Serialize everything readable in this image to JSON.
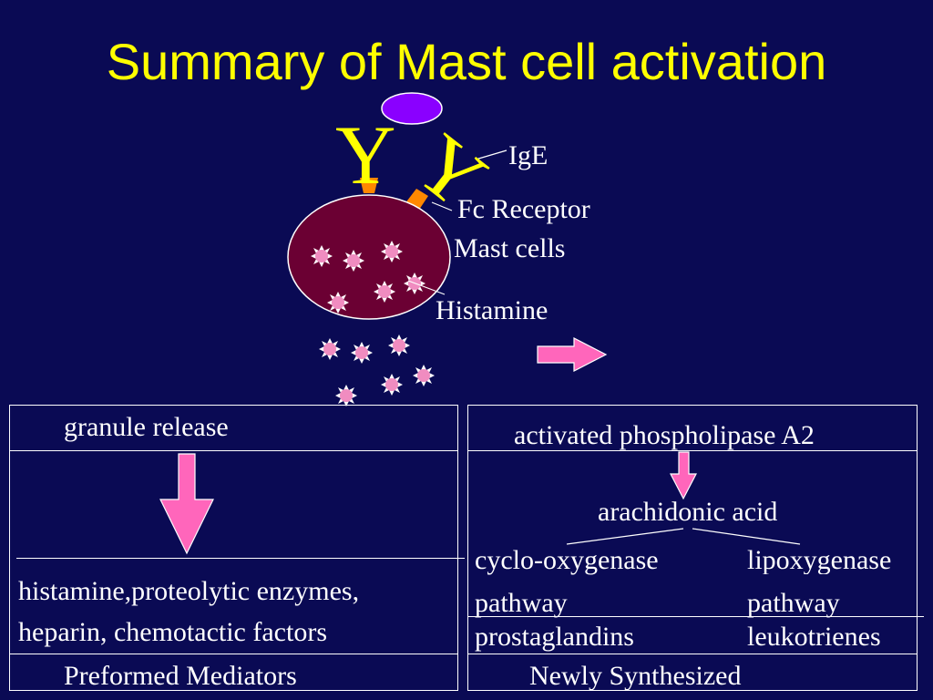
{
  "title": "Summary of Mast cell activation",
  "receptor_diagram": {
    "antibody_glyph": "Y",
    "labels": {
      "ige": "IgE",
      "fc_receptor": "Fc Receptor",
      "mast_cells": "Mast cells",
      "histamine": "Histamine"
    }
  },
  "left_panel": {
    "header": "granule release",
    "mediators_line1": "histamine,proteolytic enzymes,",
    "mediators_line2": "heparin, chemotactic factors",
    "footer": "Preformed Mediators"
  },
  "right_panel": {
    "header": "activated phospholipase A2",
    "intermediate": "arachidonic acid",
    "branch_left_line1": "cyclo-oxygenase",
    "branch_left_line2": "pathway",
    "branch_left_product": "prostaglandins",
    "branch_right_line1": "lipoxygenase",
    "branch_right_line2": "pathway",
    "branch_right_product": "leukotrienes",
    "footer": "Newly Synthesized"
  },
  "colors": {
    "background": "#0a0a54",
    "title": "#ffff00",
    "cell_fill": "#6b0033",
    "granule": "#ffaacc",
    "arrow": "#ff66bb",
    "antigen": "#8a00ff",
    "receptor": "#ff8800"
  }
}
